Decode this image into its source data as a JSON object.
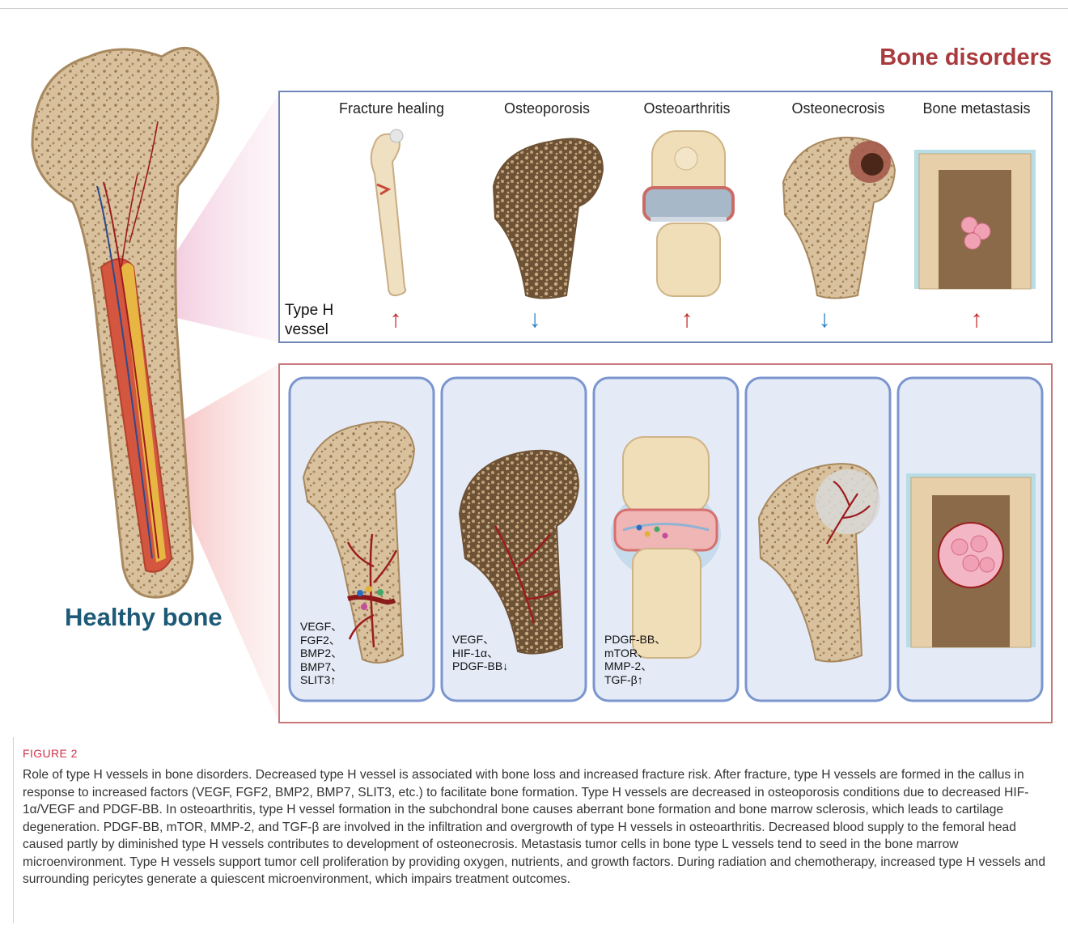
{
  "headings": {
    "bone_disorders": "Bone disorders",
    "healthy_bone": "Healthy bone",
    "type_h_vessel": "Type H vessel"
  },
  "columns": [
    {
      "label": "Fracture healing",
      "type_h_change": "up",
      "arrow": "↑"
    },
    {
      "label": "Osteoporosis",
      "type_h_change": "down",
      "arrow": "↓"
    },
    {
      "label": "Osteoarthritis",
      "type_h_change": "up",
      "arrow": "↑"
    },
    {
      "label": "Osteonecrosis",
      "type_h_change": "down",
      "arrow": "↓"
    },
    {
      "label": "Bone metastasis",
      "type_h_change": "up",
      "arrow": "↑"
    }
  ],
  "factor_lists": {
    "fracture": "VEGF、\nFGF2、\nBMP2、\nBMP7、\nSLIT3↑",
    "osteoporosis": "VEGF、\nHIF-1α、\nPDGF-BB↓",
    "osteoarthritis": "PDGF-BB、\nmTOR、\nMMP-2、\nTGF-β↑"
  },
  "caption": {
    "title": "FIGURE 2",
    "text": "Role of type H vessels in bone disorders. Decreased type H vessel is associated with bone loss and increased fracture risk. After fracture, type H vessels are formed in the callus in response to increased factors (VEGF, FGF2, BMP2, BMP7, SLIT3, etc.) to facilitate bone formation. Type H vessels are decreased in osteoporosis conditions due to decreased HIF-1α/VEGF and PDGF-BB. In osteoarthritis, type H vessel formation in the subchondral bone causes aberrant bone formation and bone marrow sclerosis, which leads to cartilage degeneration. PDGF-BB, mTOR, MMP-2, and TGF-β are involved in the infiltration and overgrowth of type H vessels in osteoarthritis. Decreased blood supply to the femoral head caused partly by diminished type H vessels contributes to development of osteonecrosis. Metastasis tumor cells in bone type L vessels tend to seed in the bone marrow microenvironment. Type H vessels support tumor cell proliferation by providing oxygen, nutrients, and growth factors. During radiation and chemotherapy, increased type H vessels and surrounding pericytes generate a quiescent microenvironment, which impairs treatment outcomes."
  },
  "colors": {
    "title_red": "#a93a3d",
    "healthy_blue": "#1e5a78",
    "caption_red": "#d0314a",
    "frame_blue": "#6f86b8",
    "frame_red": "#c8787a",
    "up_arrow": "#c42a2e",
    "down_arrow": "#2a7fc1",
    "bone_tan": "#d9c3a0",
    "bone_dark": "#8a6a4a"
  }
}
